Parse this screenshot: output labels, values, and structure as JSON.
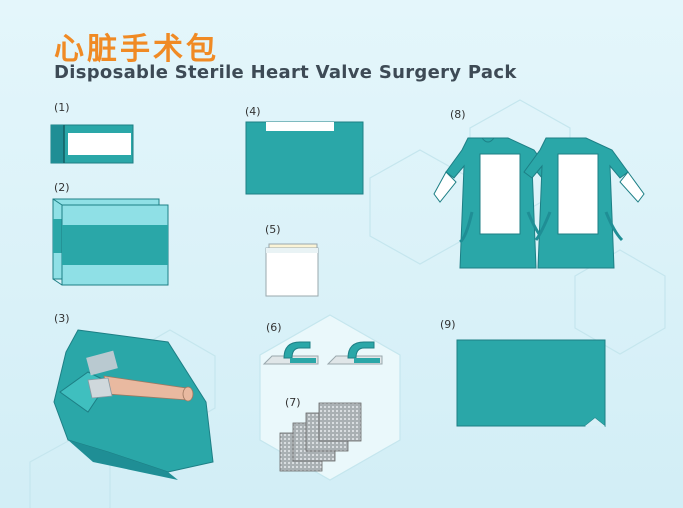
{
  "title_cn": "心脏手术包",
  "title_en": "Disposable Sterile Heart Valve Surgery Pack",
  "items": [
    {
      "label": "(1)"
    },
    {
      "label": "(2)"
    },
    {
      "label": "(3)"
    },
    {
      "label": "(4)"
    },
    {
      "label": "(5)"
    },
    {
      "label": "(6)"
    },
    {
      "label": "(7)"
    },
    {
      "label": "(8)"
    },
    {
      "label": "(9)"
    }
  ],
  "colors": {
    "background": "#d8f0f7",
    "teal": "#2aa7a8",
    "teal_light": "#8fe0e6",
    "title_orange": "#f08a24"
  }
}
